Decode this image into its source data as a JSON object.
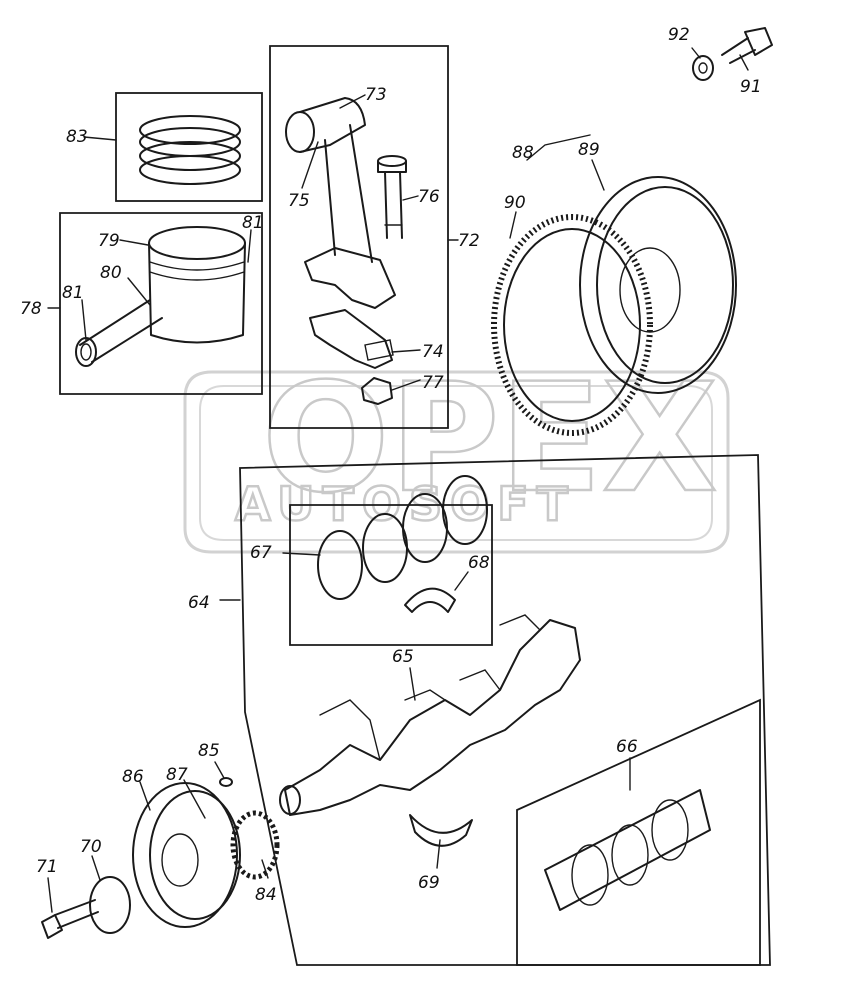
{
  "watermark": {
    "brand": "OPEX",
    "sub": "AUTOSOFT"
  },
  "labels": {
    "l64": "64",
    "l65": "65",
    "l66": "66",
    "l67": "67",
    "l68": "68",
    "l69": "69",
    "l70": "70",
    "l71": "71",
    "l72": "72",
    "l73": "73",
    "l74": "74",
    "l75": "75",
    "l76": "76",
    "l77": "77",
    "l78": "78",
    "l79": "79",
    "l80": "80",
    "l81a": "81",
    "l81b": "81",
    "l83": "83",
    "l84": "84",
    "l85": "85",
    "l86": "86",
    "l87": "87",
    "l88": "88",
    "l89": "89",
    "l90": "90",
    "l91": "91",
    "l92": "92"
  }
}
